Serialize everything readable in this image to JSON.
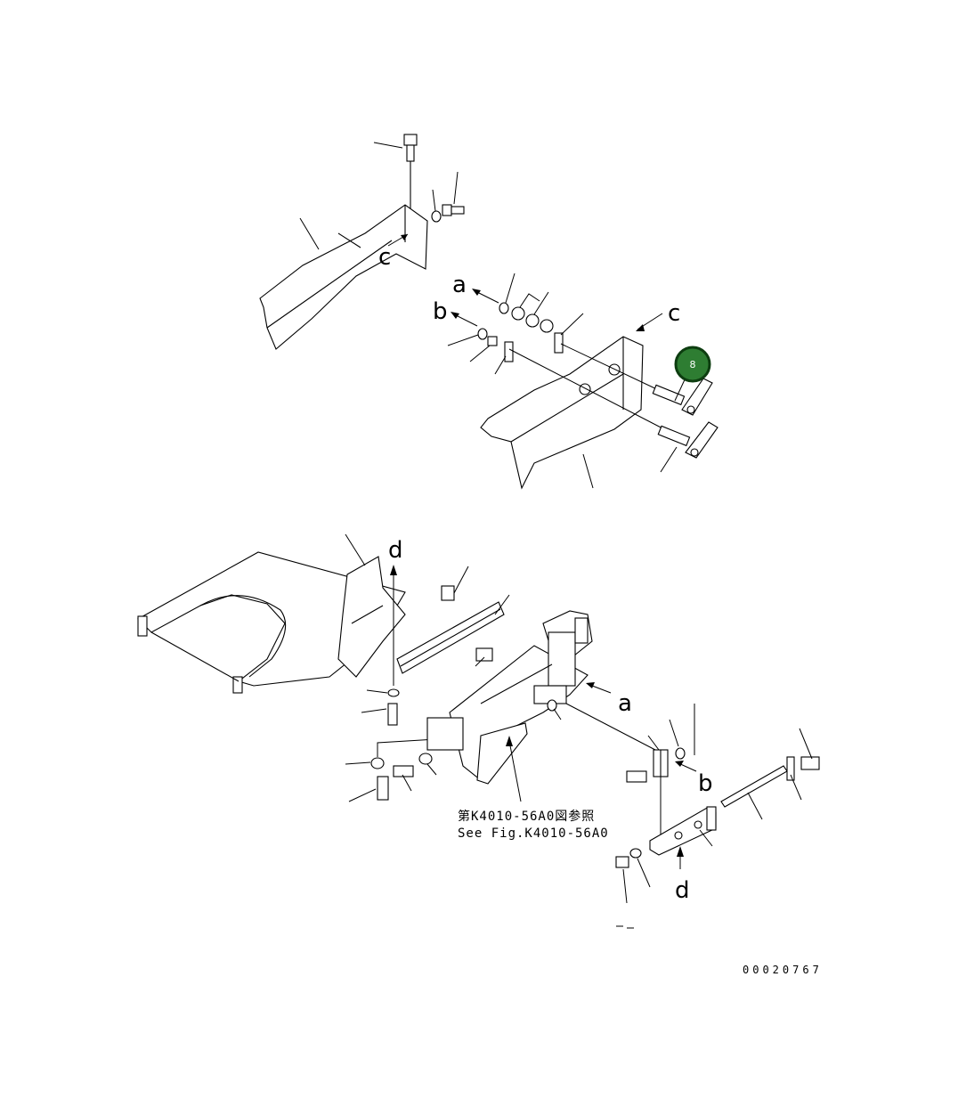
{
  "figure": {
    "figure_code": "00020767",
    "reference_note_jp": "第K4010-56A0図参照",
    "reference_note_en": "See Fig.K4010-56A0"
  },
  "callout": {
    "label": "8",
    "color": "#2e7d32",
    "border_color": "#0d3d10"
  },
  "connection_letters": {
    "c_upper_cover": "c",
    "c_lower_cover": "c",
    "a_upper": "a",
    "b_upper": "b",
    "d_upper": "d",
    "a_lower": "a",
    "b_lower": "b",
    "d_lower": "d"
  }
}
